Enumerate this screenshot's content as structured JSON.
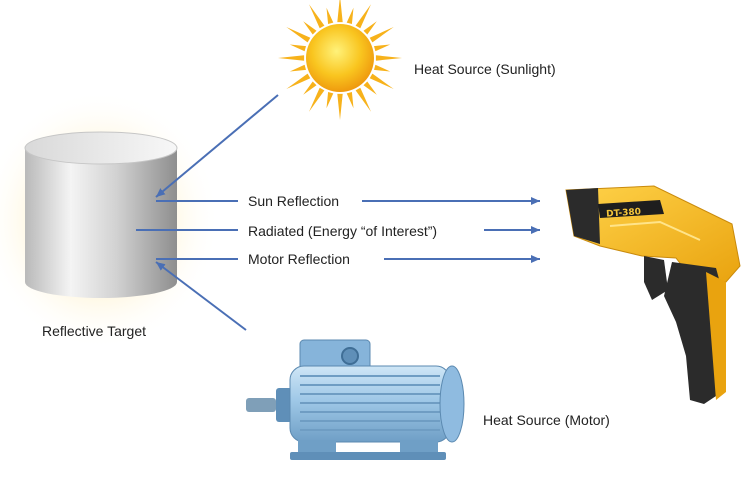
{
  "labels": {
    "sun_source": "Heat Source (Sunlight)",
    "sun_reflection": "Sun Reflection",
    "radiated": "Radiated (Energy “of Interest”)",
    "motor_reflection": "Motor Reflection",
    "target": "Reflective Target",
    "motor_source": "Heat Source (Motor)"
  },
  "thermometer_text": "DT-380",
  "icons": [
    "sun-icon",
    "cylinder-target-icon",
    "electric-motor-icon",
    "ir-thermometer-icon"
  ],
  "colors": {
    "arrow": "#4a6fb5",
    "sun": "#f7b21b",
    "motor": "#9ec7e6",
    "thermometer_body": "#f2b51c",
    "thermometer_grip": "#2b2b2b",
    "text": "#222222"
  }
}
